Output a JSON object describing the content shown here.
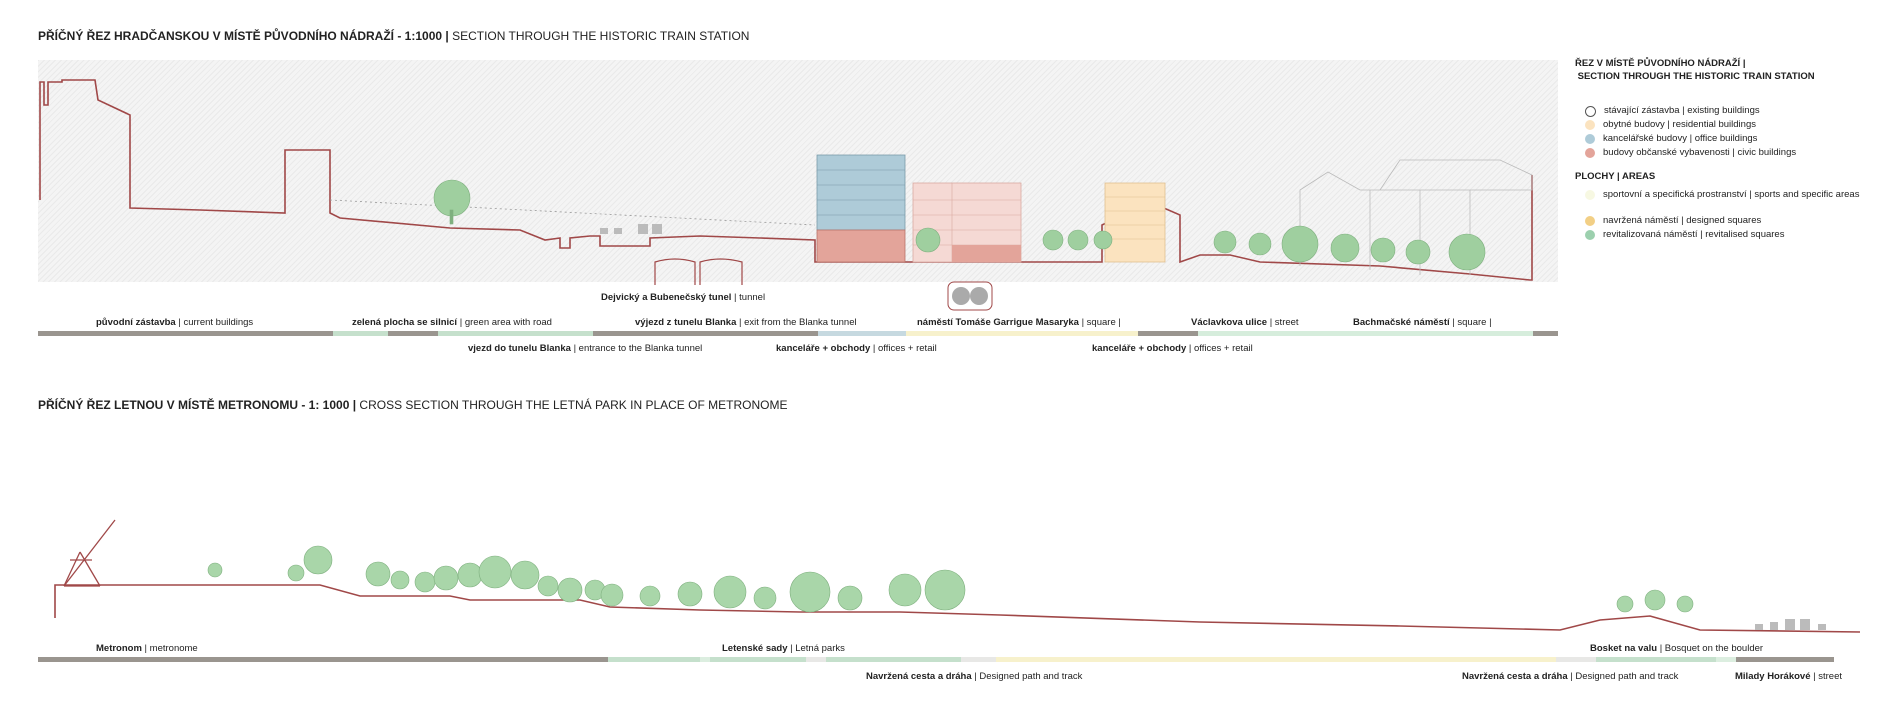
{
  "section1": {
    "title_bold": "PŘÍČNÝ ŘEZ HRADČANSKOU V MÍSTĚ PŮVODNÍHO NÁDRAŽÍ - 1:1000 |",
    "title_rest": " SECTION THROUGH THE HISTORIC TRAIN STATION",
    "tunnel_label_bold": "Dejvický a Bubenečský tunel",
    "tunnel_label_rest": " | tunnel",
    "labels_top": [
      {
        "bold": "původní zástavba",
        "rest": " | current buildings"
      },
      {
        "bold": "zelená plocha se silnicí",
        "rest": " | green area with road"
      },
      {
        "bold": "výjezd z tunelu Blanka",
        "rest": " | exit from the Blanka tunnel"
      },
      {
        "bold": "náměstí Tomáše Garrigue Masaryka",
        "rest": "  | square |"
      },
      {
        "bold": "Václavkova ulice",
        "rest": " | street"
      },
      {
        "bold": "Bachmačské náměstí",
        "rest": "  | square |"
      }
    ],
    "labels_bottom": [
      {
        "bold": "vjezd do tunelu Blanka",
        "rest": " | entrance to the Blanka tunnel"
      },
      {
        "bold": "kanceláře + obchody",
        "rest": " | offices + retail"
      },
      {
        "bold": "kanceláře + obchody",
        "rest": " | offices + retail"
      }
    ]
  },
  "section2": {
    "title_bold": "PŘÍČNÝ ŘEZ LETNOU V MÍSTĚ METRONOMU -   1: 1000 |",
    "title_rest": " CROSS SECTION THROUGH THE LETNÁ PARK IN PLACE OF METRONOME",
    "labels_top": [
      {
        "bold": "Metronom",
        "rest": " | metronome"
      },
      {
        "bold": "Letenské sady",
        "rest": "  | Letná parks"
      },
      {
        "bold": "Bosket na valu",
        "rest": " | Bosquet on the boulder"
      }
    ],
    "labels_bottom": [
      {
        "bold": "Navržená cesta a dráha",
        "rest": "  | Designed path and track"
      },
      {
        "bold": "Navržená cesta a dráha",
        "rest": "  | Designed path and track"
      },
      {
        "bold": "Milady Horákové",
        "rest": "  | street"
      }
    ]
  },
  "legend": {
    "title_line1": "ŘEZ V MÍSTĚ PŮVODNÍHO NÁDRAŽÍ |",
    "title_line2": " SECTION THROUGH THE HISTORIC TRAIN STATION",
    "building_items": [
      {
        "label": "stávající zástavba | existing buildings",
        "color": "#ffffff",
        "border": "#555555"
      },
      {
        "label": "obytné budovy | residential buildings",
        "color": "#fbe3bf",
        "border": "#fbe3bf"
      },
      {
        "label": "kancelářské budovy | office buildings",
        "color": "#aecbd8",
        "border": "#aecbd8"
      },
      {
        "label": "budovy občanské vybavenosti | civic buildings",
        "color": "#e3a49a",
        "border": "#e3a49a"
      }
    ],
    "areas_title": "PLOCHY | AREAS",
    "area_items": [
      {
        "label": "sportovní a specifická prostranství | sports and specific areas",
        "color": "#f7f8e2",
        "border": "#f7f8e2"
      },
      {
        "label": "navržená náměstí | designed squares",
        "color": "#f2cf85",
        "border": "#f2cf85"
      },
      {
        "label": "revitalizovaná náměstí | revitalised squares",
        "color": "#9cd0ae",
        "border": "#9cd0ae"
      }
    ]
  },
  "colors": {
    "ground_line": "#a04848",
    "gray_bar": "#9a958f",
    "green_bar": "#c5e0cc",
    "yellow_bar": "#f7f1cc",
    "blue_bar": "#c6d9e0",
    "office": "#aecbd8",
    "civic": "#e3a49a",
    "civic_light": "#f5d9d4",
    "residential": "#fbe3bf",
    "tree": "#9fcf9f"
  }
}
